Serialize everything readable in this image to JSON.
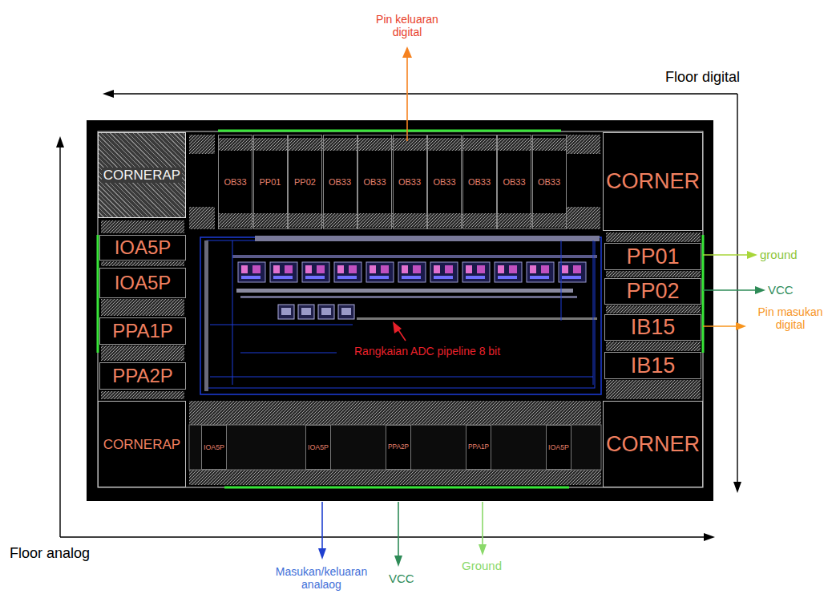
{
  "diagram": {
    "nodes": [
      {
        "text": [
          "CORNERAP"
        ]
      },
      {
        "text": [
          "OB33"
        ]
      },
      {
        "text": [
          "PP01"
        ]
      },
      {
        "text": [
          "PP02"
        ]
      },
      {
        "text": [
          "OB33"
        ]
      },
      {
        "text": [
          "OB33"
        ]
      },
      {
        "text": [
          "OB33"
        ]
      },
      {
        "text": [
          "OB33"
        ]
      },
      {
        "text": [
          "OB33"
        ]
      },
      {
        "text": [
          "OB33"
        ]
      },
      {
        "text": [
          "OB33"
        ]
      },
      {
        "text": [
          "CORNER"
        ]
      },
      {
        "text": [
          "IOA5P"
        ]
      },
      {
        "text": [
          "IOA5P"
        ]
      },
      {
        "text": [
          "PPA1P"
        ]
      },
      {
        "text": [
          "PPA2P"
        ]
      },
      {
        "text": [
          "PP01"
        ]
      },
      {
        "text": [
          "PP02"
        ]
      },
      {
        "text": [
          "IB15"
        ]
      },
      {
        "text": [
          "IB15"
        ]
      },
      {
        "text": [
          "CORNERAP"
        ]
      },
      {
        "text": [
          "IOA5P"
        ]
      },
      {
        "text": [
          "IOA5P"
        ]
      },
      {
        "text": [
          "PPA2P"
        ]
      },
      {
        "text": [
          "PPA1P"
        ]
      },
      {
        "text": [
          "IOA5P"
        ]
      },
      {
        "text": [
          "CORNER"
        ]
      }
    ],
    "labels": [
      "Pin keluaran digital",
      "Floor digital",
      "ground",
      "VCC",
      "Pin masukan digital",
      "Rangkaian ADC pipeline 8 bit",
      "Masukan/keluaran analaog",
      "VCC",
      "Ground",
      "Floor analog"
    ]
  }
}
